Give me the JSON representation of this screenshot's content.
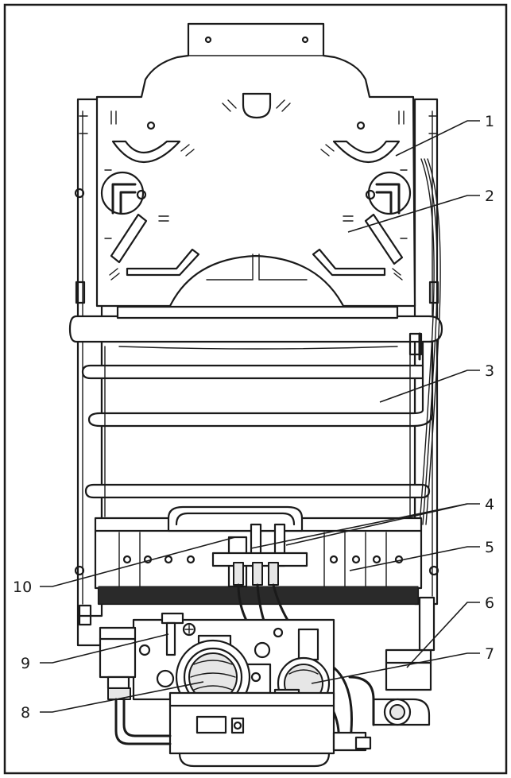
{
  "callouts": [
    {
      "id": "1",
      "label": "1"
    },
    {
      "id": "2",
      "label": "2"
    },
    {
      "id": "3",
      "label": "3"
    },
    {
      "id": "4",
      "label": "4"
    },
    {
      "id": "5",
      "label": "5"
    },
    {
      "id": "6",
      "label": "6"
    },
    {
      "id": "7",
      "label": "7"
    },
    {
      "id": "8",
      "label": "8"
    },
    {
      "id": "9",
      "label": "9"
    },
    {
      "id": "10",
      "label": "10"
    }
  ],
  "colors": {
    "line": "#1a1a1a",
    "background": "#ffffff",
    "shade": "#e6e6e6"
  }
}
